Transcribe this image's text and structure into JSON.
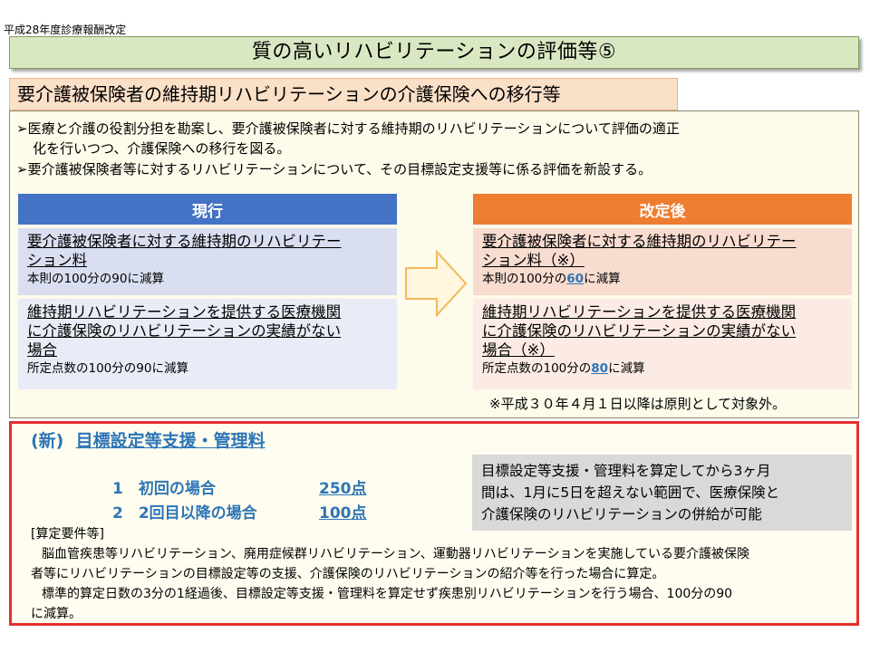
{
  "header_note": "平成28年度診療報酬改定",
  "title": "質の高いリハビリテーションの評価等⑤",
  "subtitle": "要介護被保険者の維持期リハビリテーションの介護保険への移行等",
  "bullets": [
    {
      "marker": "➢",
      "line1": "医療と介護の役割分担を勘案し、要介護被保険者に対する維持期のリハビリテーションについて評価の適正",
      "line2": "化を行いつつ、介護保険への移行を図る。"
    },
    {
      "marker": "➢",
      "line1": "要介護被保険者等に対するリハビリテーションについて、その目標設定支援等に係る評価を新設する。"
    }
  ],
  "comparison": {
    "current_label": "現行",
    "revised_label": "改定後",
    "current": [
      {
        "main_lines": [
          "要介護被保険者に対する維持期のリハビリテー",
          "ション料"
        ],
        "sub_pre": "本則の100分の90に減算",
        "sub_value": "",
        "sub_post": ""
      },
      {
        "main_lines": [
          "維持期リハビリテーションを提供する医療機関",
          "に介護保険のリハビリテーションの実績がない",
          "場合"
        ],
        "sub_pre": "所定点数の100分の90に減算",
        "sub_value": "",
        "sub_post": ""
      }
    ],
    "revised": [
      {
        "main_lines": [
          "要介護被保険者に対する維持期のリハビリテー",
          "ション料（※）"
        ],
        "sub_pre": "本則の100分の",
        "sub_value": "60",
        "sub_post": "に減算"
      },
      {
        "main_lines": [
          "維持期リハビリテーションを提供する医療機関",
          "に介護保険のリハビリテーションの実績がない",
          "場合（※）"
        ],
        "sub_pre": "所定点数の100分の",
        "sub_value": "80",
        "sub_post": "に減算"
      }
    ],
    "note": "※平成３０年４月１日以降は原則として対象外。"
  },
  "new_item": {
    "prefix": "(新)",
    "title": "目標設定等支援・管理料",
    "fees": [
      {
        "label": "1　初回の場合",
        "points": "250点"
      },
      {
        "label": "2　2回目以降の場合",
        "points": "100点"
      }
    ],
    "info_lines": [
      "目標設定等支援・管理料を算定してから3ヶ月",
      "間は、1月に5日を超えない範囲で、医療保険と",
      "介護保険のリハビリテーションの併給が可能"
    ],
    "requirements_heading": "[算定要件等]",
    "requirements": [
      [
        "脳血管疾患等リハビリテーション、廃用症候群リハビリテーション、運動器リハビリテーションを実施している要介護被保険",
        "者等にリハビリテーションの目標設定等の支援、介護保険のリハビリテーションの紹介等を行った場合に算定。"
      ],
      [
        "標準的算定日数の3分の1経過後、目標設定等支援・管理料を算定せず疾患別リハビリテーションを行う場合、100分の90",
        "に減算。"
      ]
    ]
  },
  "colors": {
    "title_bg": "#d9e8c3",
    "subtitle_bg": "#fbe0c8",
    "current_header": "#4472c4",
    "revised_header": "#ed7d31",
    "highlight_blue": "#2e75b6",
    "new_border": "#e53030",
    "info_bg": "#d9d9d9"
  },
  "icons": {
    "arrow": "right-arrow-icon"
  }
}
